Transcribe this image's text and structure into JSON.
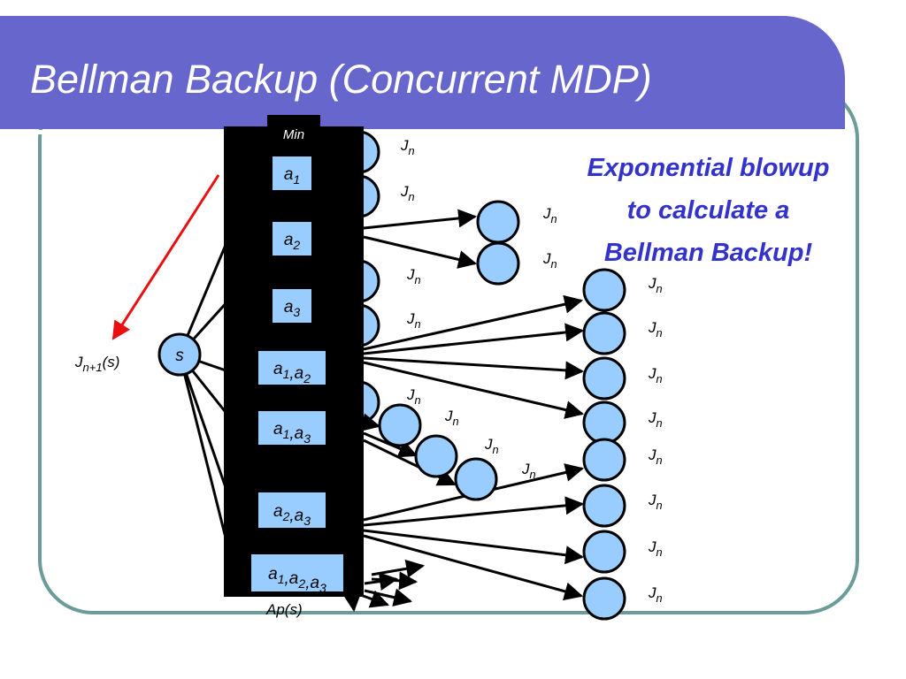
{
  "slide": {
    "title": "Bellman Backup (Concurrent MDP)",
    "callout_lines": [
      "Exponential blowup",
      "to calculate a",
      "Bellman Backup!"
    ]
  },
  "diagram": {
    "min_label": "Min",
    "state_label": "s",
    "result_label": {
      "base": "J",
      "sub": "n+1",
      "tail": "(s)"
    },
    "ap_label": "Ap(s)",
    "value_label": {
      "base": "J",
      "sub": "n"
    },
    "actions": [
      [
        {
          "b": "a",
          "s": "1"
        }
      ],
      [
        {
          "b": "a",
          "s": "2"
        }
      ],
      [
        {
          "b": "a",
          "s": "3"
        }
      ],
      [
        {
          "b": "a",
          "s": "1"
        },
        {
          "b": ",a",
          "s": "2"
        }
      ],
      [
        {
          "b": "a",
          "s": "1"
        },
        {
          "b": ",a",
          "s": "3"
        }
      ],
      [
        {
          "b": "a",
          "s": "2"
        },
        {
          "b": ",a",
          "s": "3"
        }
      ],
      [
        {
          "b": "a",
          "s": "1"
        },
        {
          "b": ",a",
          "s": "2"
        },
        {
          "b": ",a",
          "s": "3"
        }
      ]
    ]
  },
  "colors": {
    "title_bar": "#6666cc",
    "frame": "#6b9c9a",
    "node_fill": "#99ccff",
    "action_box": "#99ccff",
    "min_bar": "#000000",
    "callout_text": "#3333cc",
    "arrow_red": "#e81010"
  }
}
